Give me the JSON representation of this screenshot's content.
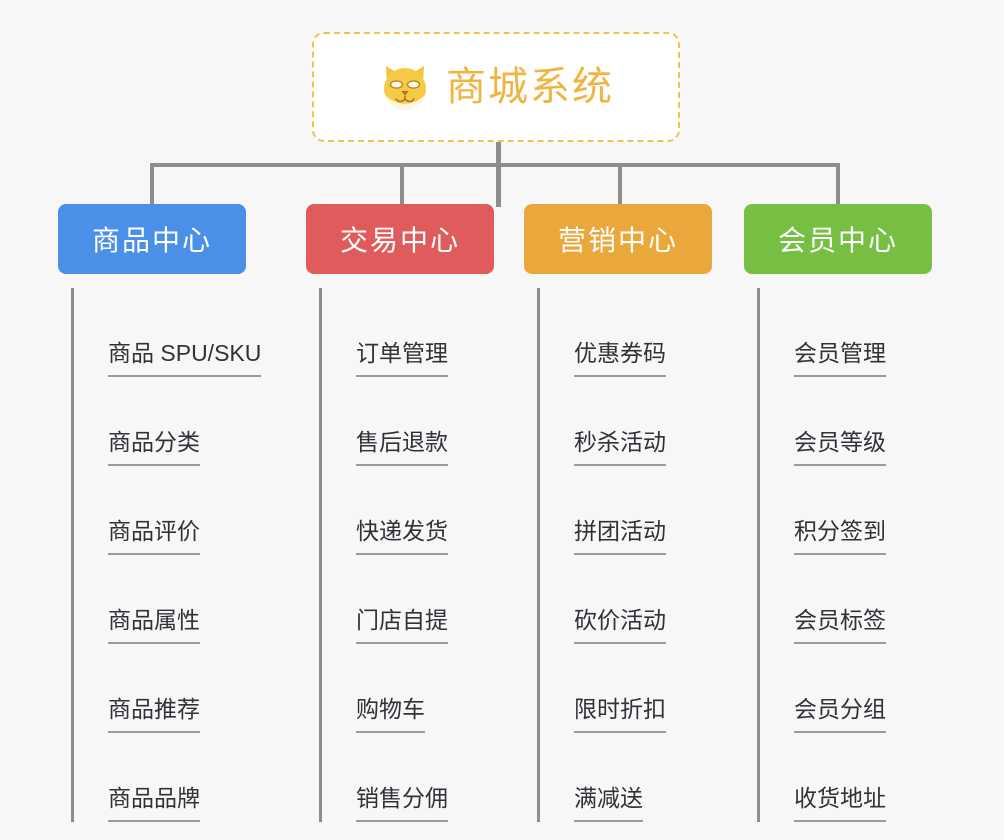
{
  "page": {
    "background_color": "#f7f7f7",
    "connector_color": "#8d8d8d"
  },
  "root": {
    "title": "商城系统",
    "icon": "shiba-dog-icon",
    "text_color": "#f2b441",
    "border_color": "#f2c14e",
    "background_color": "#ffffff"
  },
  "columns": [
    {
      "header": "商品中心",
      "color": "#4a90e8",
      "items": [
        "商品 SPU/SKU",
        "商品分类",
        "商品评价",
        "商品属性",
        "商品推荐",
        "商品品牌"
      ]
    },
    {
      "header": "交易中心",
      "color": "#e05c5c",
      "items": [
        "订单管理",
        "售后退款",
        "快递发货",
        "门店自提",
        "购物车",
        "销售分佣"
      ]
    },
    {
      "header": "营销中心",
      "color": "#eaa73c",
      "items": [
        "优惠券码",
        "秒杀活动",
        "拼团活动",
        "砍价活动",
        "限时折扣",
        "满减送"
      ]
    },
    {
      "header": "会员中心",
      "color": "#76bf43",
      "items": [
        "会员管理",
        "会员等级",
        "积分签到",
        "会员标签",
        "会员分组",
        "收货地址"
      ]
    }
  ]
}
